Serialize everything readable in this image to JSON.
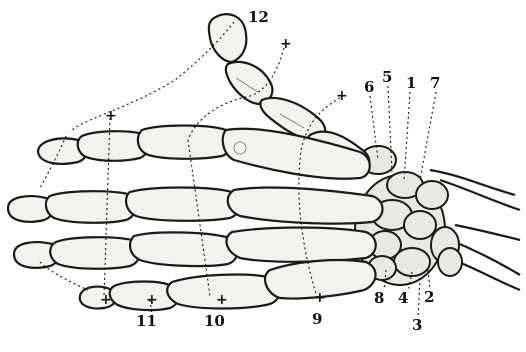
{
  "figure": {
    "labels": {
      "l1": "1",
      "l2": "2",
      "l3": "3",
      "l4": "4",
      "l5": "5",
      "l6": "6",
      "l7": "7",
      "l8": "8",
      "l9": "9",
      "l10": "10",
      "l11": "11",
      "l12": "12"
    },
    "plus_marker": "+",
    "colors": {
      "ink": "#111111",
      "bone": "#f2f2ef",
      "background": "#ffffff"
    }
  }
}
